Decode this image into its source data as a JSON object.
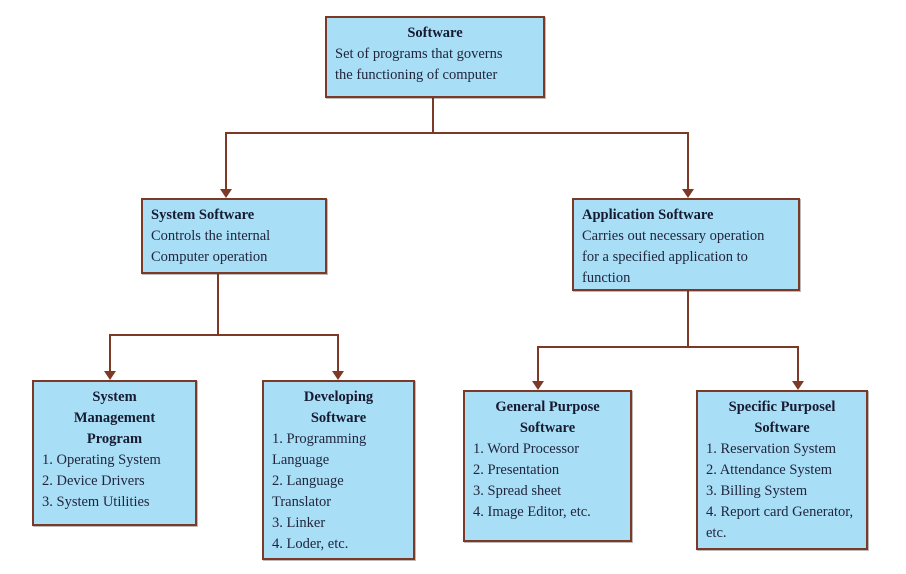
{
  "diagram": {
    "colors": {
      "box_fill": "#a9def7",
      "box_border": "#7c3a26",
      "line": "#7c3a26",
      "text": "#21263c"
    },
    "nodes": {
      "software": {
        "title": "Software",
        "body": "Set of programs that governs\nthe functioning of computer"
      },
      "system_software": {
        "title": "System Software",
        "body": "Controls the internal\nComputer operation"
      },
      "application_software": {
        "title": "Application Software",
        "body": "Carries out necessary operation\nfor a specified application to\nfunction"
      },
      "system_management_program": {
        "title": "System\nManagement\nProgram",
        "items": [
          "1. Operating System",
          "2. Device Drivers",
          "3. System Utilities"
        ]
      },
      "developing_software": {
        "title": "Developing\nSoftware",
        "items": [
          "1. Programming Language",
          "2. Language Translator",
          "3. Linker",
          "4. Loder, etc."
        ]
      },
      "general_purpose_software": {
        "title": "General Purpose\nSoftware",
        "items": [
          "1. Word Processor",
          "2. Presentation",
          "3. Spread sheet",
          "4. Image Editor, etc."
        ]
      },
      "specific_purpose_software": {
        "title": "Specific Purposel\nSoftware",
        "items": [
          "1. Reservation System",
          "2. Attendance System",
          "3. Billing System",
          "4. Report card Generator, etc."
        ]
      }
    }
  }
}
